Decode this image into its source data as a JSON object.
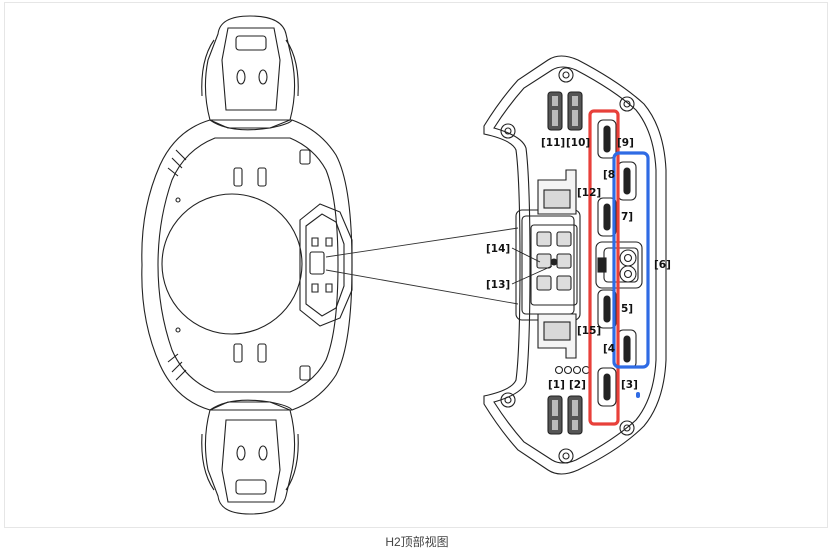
{
  "caption": "H2顶部视图",
  "colors": {
    "red_group": "#e8403a",
    "blue_group": "#2f6be4"
  },
  "labels": {
    "l1": "[1]",
    "l2": "[2]",
    "l3": "[3]",
    "l4": "[4",
    "l5": "5]",
    "l6": "[6]",
    "l7": "7]",
    "l8": "[8",
    "l9": "[9]",
    "l10": "[10]",
    "l11": "[11]",
    "l12": "[12]",
    "l13": "[13]",
    "l14": "[14]",
    "l15": "[15]"
  }
}
